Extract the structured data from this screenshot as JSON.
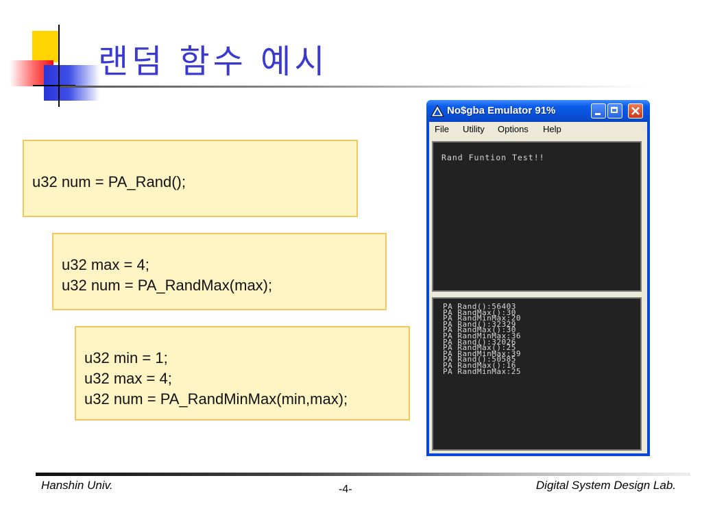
{
  "slide": {
    "title": "랜덤 함수 예시",
    "page_number": "-4-"
  },
  "code_boxes": [
    {
      "lines": [
        "u32 num = PA_Rand();"
      ]
    },
    {
      "lines": [
        "u32 max = 4;",
        "u32 num = PA_RandMax(max);"
      ]
    },
    {
      "lines": [
        "u32 min = 1;",
        "u32 max = 4;",
        "u32 num = PA_RandMinMax(min,max);"
      ]
    }
  ],
  "emulator": {
    "title": "No$gba Emulator 91%",
    "icon": "emulator-triangle-icon",
    "menu": [
      "File",
      "Utility",
      "Options",
      "Help"
    ],
    "top_screen_text": "Rand Funtion Test!!",
    "log_lines": [
      "PA Rand():56403",
      "PA RandMax():30",
      "PA RandMinMax:20",
      "PA Rand():32329",
      "PA RandMax():30",
      "PA RandMinMax:36",
      "PA Rand():32026",
      "PA RandMax():25",
      "PA RandMinMax:39",
      "PA Rand():50585",
      "PA RandMax():16",
      "PA RandMinMax:25"
    ]
  },
  "footer": {
    "left": "Hanshin Univ.",
    "right": "Digital System Design Lab."
  },
  "colors": {
    "title": "#3a3acc",
    "code_box_fill": "#fff4c4",
    "code_box_border": "#f2c85e",
    "emulator_frame": "#0847d8",
    "screen_bg": "#222222"
  }
}
